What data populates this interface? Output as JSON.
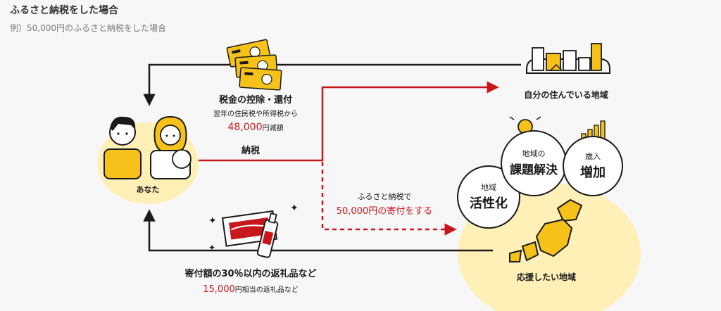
{
  "header": {
    "title": "ふるさと納税をした場合",
    "subtitle": "例）50,000円のふるさと納税をした場合"
  },
  "you": {
    "label": "あなた"
  },
  "tax_refund": {
    "title": "税金の控除・還付",
    "desc": "翌年の住民税や所得税から",
    "amount": "48,000",
    "amount_suffix": "円減額"
  },
  "tax_payment": {
    "label": "納税"
  },
  "home_region": {
    "label": "自分の住んでいる地域"
  },
  "donation": {
    "line1": "ふるさと納税で",
    "amount": "50,000",
    "suffix": "円の寄付をする"
  },
  "support_region": {
    "label": "応援したい地域",
    "circles": [
      {
        "top": "地域",
        "main": "活性化"
      },
      {
        "top": "地域の",
        "main": "課題解決"
      },
      {
        "top": "歳入",
        "main": "増加"
      }
    ]
  },
  "gift": {
    "title": "寄付額の30％以内の返礼品など",
    "amount": "15,000",
    "suffix": "円相当の返礼品など"
  },
  "colors": {
    "accent_red": "#c8161d",
    "yellow": "#f6c21a",
    "soft_yellow": "#fff0b8",
    "line_dark": "#1a1a1a"
  }
}
